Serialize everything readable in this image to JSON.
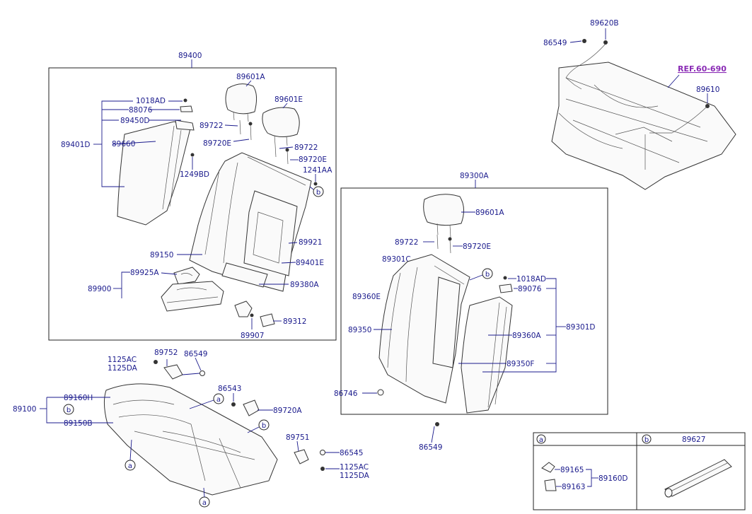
{
  "labels": {
    "p89400": "89400",
    "p89601A": "89601A",
    "p89601E": "89601E",
    "p1018AD_l": "1018AD",
    "p88076": "88076",
    "p89450D": "89450D",
    "p89401D": "89401D",
    "p89660_l": "89660",
    "p89722_l1": "89722",
    "p89720E_l1": "89720E",
    "p89722_l2": "89722",
    "p89720E_l2": "89720E",
    "p1241AA": "1241AA",
    "p1249BD": "1249BD",
    "p89921": "89921",
    "p89150": "89150",
    "p89401E": "89401E",
    "p89925A": "89925A",
    "p89900": "89900",
    "p89380A_l": "89380A",
    "p89312": "89312",
    "p89907": "89907",
    "p89620B": "89620B",
    "p86549_top": "86549",
    "ref": "REF.60-690",
    "p89610": "89610",
    "p89300A": "89300A",
    "p89601A_r": "89601A",
    "p89722_r": "89722",
    "p89720E_r": "89720E",
    "p89301C": "89301C",
    "p1018AD_r": "1018AD",
    "p89076_r": "89076",
    "p89360E": "89360E",
    "p89350": "89350",
    "p89360A": "89360A",
    "p89301D": "89301D",
    "p89350F": "89350F",
    "p86746": "86746",
    "p86549_bot": "86549",
    "p89752": "89752",
    "p86549_mid": "86549",
    "p1125AC": "1125AC",
    "p1125DA": "1125DA",
    "p89160H": "89160H",
    "p89100": "89100",
    "p89150B": "89150B",
    "p86543": "86543",
    "p89720A": "89720A",
    "p89751": "89751",
    "p86545": "86545",
    "p1125AC_b": "1125AC",
    "p1125DA_b": "1125DA",
    "p89627": "89627",
    "p89165": "89165",
    "p89160D": "89160D",
    "p89163": "89163"
  },
  "callouts": {
    "a": "a",
    "b": "b"
  },
  "colors": {
    "label": "#1a1a8c",
    "ref": "#8a2bb5",
    "line": "#222222"
  }
}
